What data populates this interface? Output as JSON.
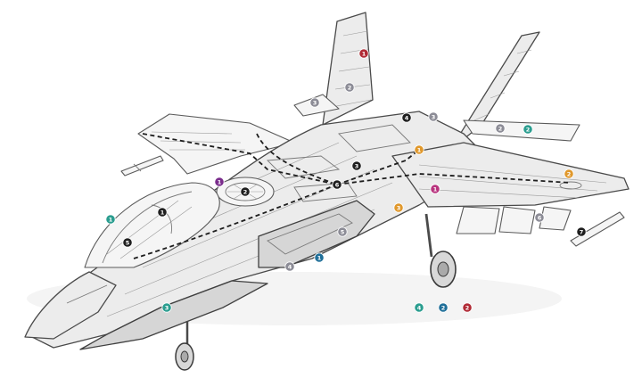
{
  "colors": {
    "black": "#1f1f1f",
    "gray": "#8c8c96",
    "teal": "#2a9d8f",
    "blue": "#1f6f99",
    "red": "#b02a35",
    "purple": "#7a2d8c",
    "orange": "#e0982c",
    "magenta": "#b8347e"
  },
  "markers": [
    {
      "id": "fin-left-top",
      "label": "1",
      "color": "red"
    },
    {
      "id": "fin-left-mid",
      "label": "2",
      "color": "gray"
    },
    {
      "id": "tail-base-left",
      "label": "3",
      "color": "gray"
    },
    {
      "id": "spine-rear",
      "label": "4",
      "color": "black"
    },
    {
      "id": "fin-right-base",
      "label": "3",
      "color": "gray"
    },
    {
      "id": "right-wing-inner",
      "label": "2",
      "color": "gray"
    },
    {
      "id": "right-wing-outer",
      "label": "2",
      "color": "teal"
    },
    {
      "id": "spine-mid",
      "label": "3",
      "color": "black"
    },
    {
      "id": "body-center",
      "label": "6",
      "color": "black"
    },
    {
      "id": "intake-orange",
      "label": "1",
      "color": "orange"
    },
    {
      "id": "wing-tip-orange",
      "label": "2",
      "color": "orange"
    },
    {
      "id": "wing-center",
      "label": "1",
      "color": "magenta"
    },
    {
      "id": "liftfan-purple",
      "label": "1",
      "color": "purple"
    },
    {
      "id": "liftfan",
      "label": "2",
      "color": "black"
    },
    {
      "id": "intake-lower-orange",
      "label": "3",
      "color": "orange"
    },
    {
      "id": "canopy-teal",
      "label": "1",
      "color": "teal"
    },
    {
      "id": "cockpit",
      "label": "1",
      "color": "black"
    },
    {
      "id": "canopy-front",
      "label": "5",
      "color": "black"
    },
    {
      "id": "fuselage-side",
      "label": "5",
      "color": "gray"
    },
    {
      "id": "bay-blue",
      "label": "1",
      "color": "blue"
    },
    {
      "id": "bay-gray",
      "label": "4",
      "color": "gray"
    },
    {
      "id": "nose-teal",
      "label": "3",
      "color": "teal"
    },
    {
      "id": "weapon-right",
      "label": "6",
      "color": "gray"
    },
    {
      "id": "missile-right",
      "label": "7",
      "color": "black"
    },
    {
      "id": "legend-teal",
      "label": "4",
      "color": "teal"
    },
    {
      "id": "legend-blue",
      "label": "2",
      "color": "blue"
    },
    {
      "id": "legend-red",
      "label": "2",
      "color": "red"
    }
  ]
}
